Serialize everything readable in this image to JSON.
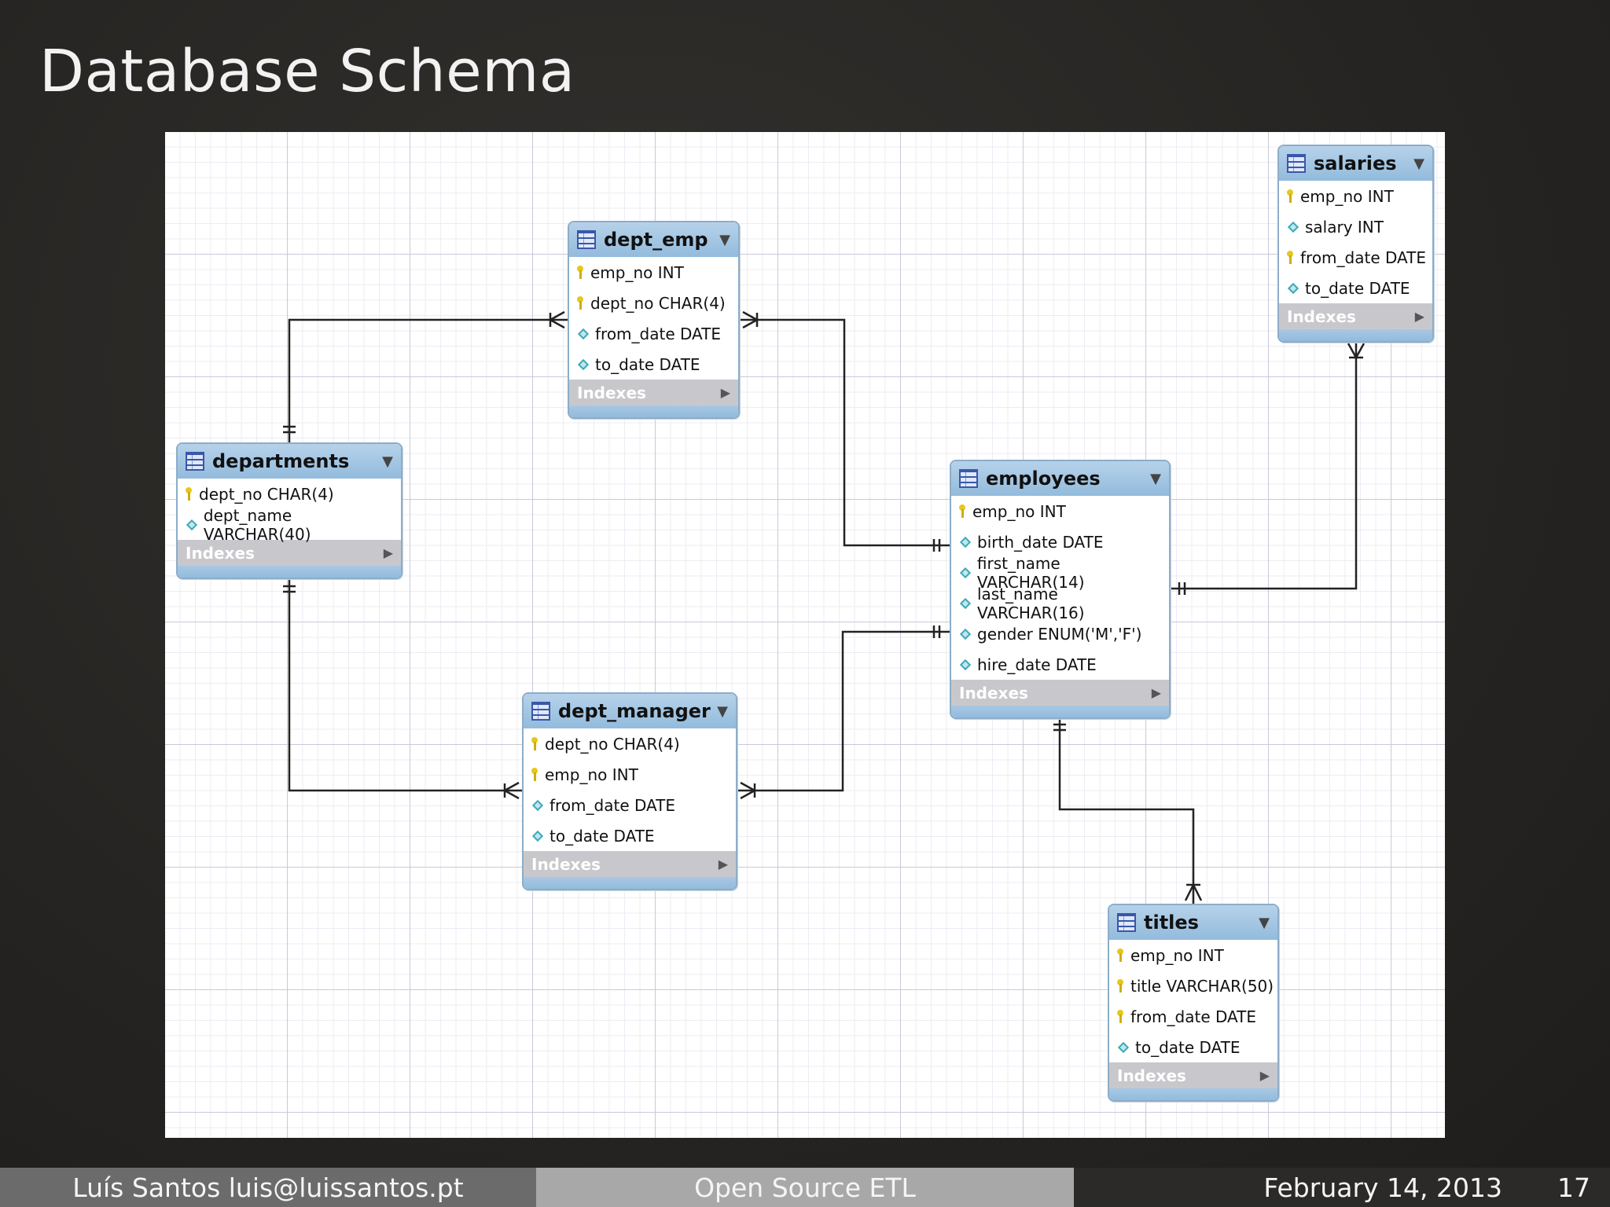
{
  "slide": {
    "title": "Database Schema",
    "footer_author": "Luís Santos luis@luissantos.pt",
    "footer_title": "Open Source ETL",
    "footer_date": "February 14, 2013",
    "page_number": "17"
  },
  "diagram": {
    "index_label": "Indexes",
    "tables": {
      "dept_emp": {
        "name": "dept_emp",
        "columns": [
          {
            "text": "emp_no INT",
            "key": true
          },
          {
            "text": "dept_no CHAR(4)",
            "key": true
          },
          {
            "text": "from_date DATE",
            "key": false
          },
          {
            "text": "to_date DATE",
            "key": false
          }
        ]
      },
      "salaries": {
        "name": "salaries",
        "columns": [
          {
            "text": "emp_no INT",
            "key": true
          },
          {
            "text": "salary INT",
            "key": false
          },
          {
            "text": "from_date DATE",
            "key": true
          },
          {
            "text": "to_date DATE",
            "key": false
          }
        ]
      },
      "departments": {
        "name": "departments",
        "columns": [
          {
            "text": "dept_no CHAR(4)",
            "key": true
          },
          {
            "text": "dept_name VARCHAR(40)",
            "key": false
          }
        ]
      },
      "employees": {
        "name": "employees",
        "columns": [
          {
            "text": "emp_no INT",
            "key": true
          },
          {
            "text": "birth_date DATE",
            "key": false
          },
          {
            "text": "first_name VARCHAR(14)",
            "key": false
          },
          {
            "text": "last_name VARCHAR(16)",
            "key": false
          },
          {
            "text": "gender ENUM('M','F')",
            "key": false
          },
          {
            "text": "hire_date DATE",
            "key": false
          }
        ]
      },
      "dept_manager": {
        "name": "dept_manager",
        "columns": [
          {
            "text": "dept_no CHAR(4)",
            "key": true
          },
          {
            "text": "emp_no INT",
            "key": true
          },
          {
            "text": "from_date DATE",
            "key": false
          },
          {
            "text": "to_date DATE",
            "key": false
          }
        ]
      },
      "titles": {
        "name": "titles",
        "columns": [
          {
            "text": "emp_no INT",
            "key": true
          },
          {
            "text": "title VARCHAR(50)",
            "key": true
          },
          {
            "text": "from_date DATE",
            "key": true
          },
          {
            "text": "to_date DATE",
            "key": false
          }
        ]
      }
    },
    "relationships": [
      {
        "from": "departments",
        "to": "dept_emp"
      },
      {
        "from": "employees",
        "to": "dept_emp"
      },
      {
        "from": "departments",
        "to": "dept_manager"
      },
      {
        "from": "employees",
        "to": "dept_manager"
      },
      {
        "from": "employees",
        "to": "salaries"
      },
      {
        "from": "employees",
        "to": "titles"
      }
    ]
  }
}
